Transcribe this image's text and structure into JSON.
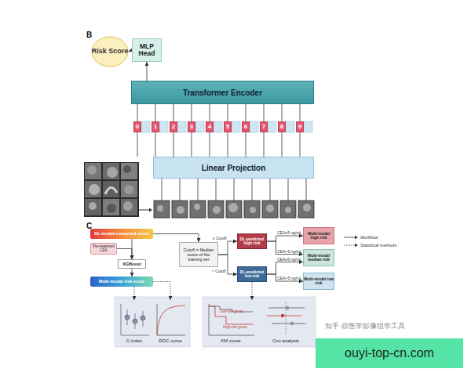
{
  "diagram": {
    "nodes": [
      {
        "text": [
          "Risk Score"
        ]
      },
      {
        "text": [
          "MLP Head"
        ]
      },
      {
        "text": [
          "Transformer Encoder"
        ]
      },
      {
        "text": [
          "0"
        ]
      },
      {
        "text": [
          "1"
        ]
      },
      {
        "text": [
          "2"
        ]
      },
      {
        "text": [
          "3"
        ]
      },
      {
        "text": [
          "4"
        ]
      },
      {
        "text": [
          "5"
        ]
      },
      {
        "text": [
          "6"
        ]
      },
      {
        "text": [
          "7"
        ]
      },
      {
        "text": [
          "8"
        ]
      },
      {
        "text": [
          "9"
        ]
      },
      {
        "text": [
          "Linear Projection"
        ]
      },
      {
        "text": [
          "DL-model-computed score"
        ]
      },
      {
        "text": [
          "Pre-treatment CEA"
        ]
      },
      {
        "text": [
          "XGBoost"
        ]
      },
      {
        "text": [
          "Multi-modal risk score"
        ]
      },
      {
        "text": [
          "Cutoff = Median score of the training set"
        ]
      },
      {
        "text": [
          "DL-predicted high risk"
        ]
      },
      {
        "text": [
          "DL-predicted low risk"
        ]
      },
      {
        "text": [
          "Multi-modal high risk"
        ]
      },
      {
        "text": [
          "Multi-modal median risk"
        ]
      },
      {
        "text": [
          "Multi-modal low risk"
        ]
      },
      {
        "text": [
          "C-index"
        ]
      },
      {
        "text": [
          "ROC curve"
        ]
      },
      {
        "text": [
          "KM curve"
        ]
      },
      {
        "text": [
          "Cox analysis"
        ]
      },
      {
        "text": [
          "ouyi-top-cn.com"
        ]
      }
    ],
    "edges": [
      {
        "from": 1,
        "to": 0,
        "arrow": "to"
      },
      {
        "from": 2,
        "to": 1,
        "arrow": "to"
      },
      {
        "from": 3,
        "to": 2,
        "arrow": "none"
      },
      {
        "from": 4,
        "to": 2,
        "arrow": "none"
      },
      {
        "from": 5,
        "to": 2,
        "arrow": "none"
      },
      {
        "from": 6,
        "to": 2,
        "arrow": "none"
      },
      {
        "from": 7,
        "to": 2,
        "arrow": "none"
      },
      {
        "from": 8,
        "to": 2,
        "arrow": "none"
      },
      {
        "from": 9,
        "to": 2,
        "arrow": "none"
      },
      {
        "from": 10,
        "to": 2,
        "arrow": "none"
      },
      {
        "from": 11,
        "to": 2,
        "arrow": "none"
      },
      {
        "from": 12,
        "to": 2,
        "arrow": "none"
      },
      {
        "from": 13,
        "to": 3,
        "arrow": "none"
      },
      {
        "from": 13,
        "to": 4,
        "arrow": "none"
      },
      {
        "from": 13,
        "to": 5,
        "arrow": "none"
      },
      {
        "from": 13,
        "to": 6,
        "arrow": "none"
      },
      {
        "from": 13,
        "to": 7,
        "arrow": "none"
      },
      {
        "from": 13,
        "to": 8,
        "arrow": "none"
      },
      {
        "from": 13,
        "to": 9,
        "arrow": "none"
      },
      {
        "from": 13,
        "to": 10,
        "arrow": "none"
      },
      {
        "from": 13,
        "to": 11,
        "arrow": "none"
      },
      {
        "from": 13,
        "to": 12,
        "arrow": "none"
      },
      {
        "from": 14,
        "to": 16,
        "arrow": "to"
      },
      {
        "from": 15,
        "to": 16,
        "arrow": "to"
      },
      {
        "from": 16,
        "to": 17,
        "arrow": "to"
      },
      {
        "from": 14,
        "to": 18,
        "arrow": "to"
      },
      {
        "from": 18,
        "to": 19,
        "label": "≥ Cutoff",
        "arrow": "to"
      },
      {
        "from": 18,
        "to": 20,
        "label": "< Cutoff",
        "arrow": "to"
      },
      {
        "from": 19,
        "to": 21,
        "label": "CEA≥5 ng/mL",
        "arrow": "to"
      },
      {
        "from": 19,
        "to": 22,
        "label": "CEA<5 ng/mL",
        "arrow": "to"
      },
      {
        "from": 20,
        "to": 22,
        "label": "CEA≥5 ng/mL",
        "arrow": "to"
      },
      {
        "from": 20,
        "to": 23,
        "label": "CEA<5 ng/mL",
        "arrow": "to"
      },
      {
        "from": 17,
        "to": 24,
        "arrow": "to"
      },
      {
        "from": 17,
        "to": 25,
        "arrow": "to"
      },
      {
        "from": 20,
        "to": 26,
        "arrow": "to"
      }
    ],
    "labels": [
      "B",
      "C",
      "Low-risk group",
      "High-risk group",
      "知乎 @医学影像组学工具"
    ],
    "legend": [
      {
        "text": "Workflow"
      },
      {
        "text": "Statistical methods"
      }
    ]
  }
}
